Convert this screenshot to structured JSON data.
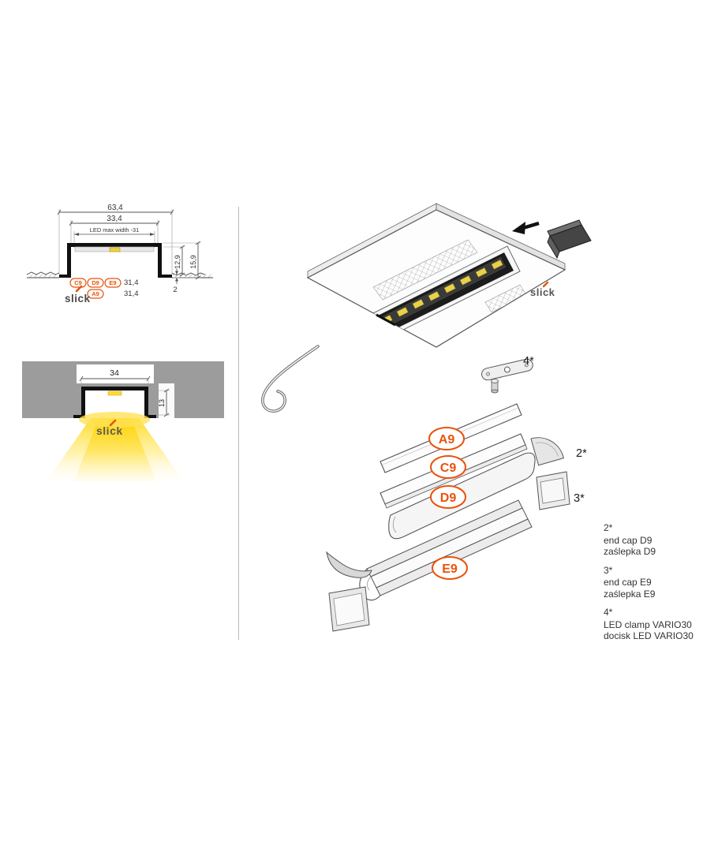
{
  "colors": {
    "accent": "#e8530c",
    "led_yellow": "#ffd633",
    "ceiling_gray": "#9c9c9c"
  },
  "top_drawing": {
    "dims": {
      "total_width": "63,4",
      "inner_width": "33,4",
      "led_max_width": "LED max width -31",
      "depth_inner": "12,9",
      "height_total": "15,9",
      "width_row1": "31,4",
      "width_row2": "31,4",
      "flange_thickness": "2"
    },
    "labels": {
      "c9": "C9",
      "d9": "D9",
      "e9": "E9",
      "a9": "A9"
    },
    "logo": "slick"
  },
  "bottom_drawing": {
    "dims": {
      "opening_width": "34",
      "channel_depth": "13"
    },
    "logo": "slick"
  },
  "exploded": {
    "labels": {
      "a9": "A9",
      "c9": "C9",
      "d9": "D9",
      "e9": "E9"
    },
    "callouts": {
      "end_cap_d9": "2*",
      "end_cap_e9": "3*",
      "led_clamp": "4*"
    },
    "logo": "slick"
  },
  "legend": [
    {
      "ref": "2*",
      "line1": "end cap D9",
      "line2": "zaślepka D9"
    },
    {
      "ref": "3*",
      "line1": "end cap E9",
      "line2": "zaślepka E9"
    },
    {
      "ref": "4*",
      "line1": "LED clamp VARIO30",
      "line2": "docisk LED VARIO30"
    }
  ]
}
